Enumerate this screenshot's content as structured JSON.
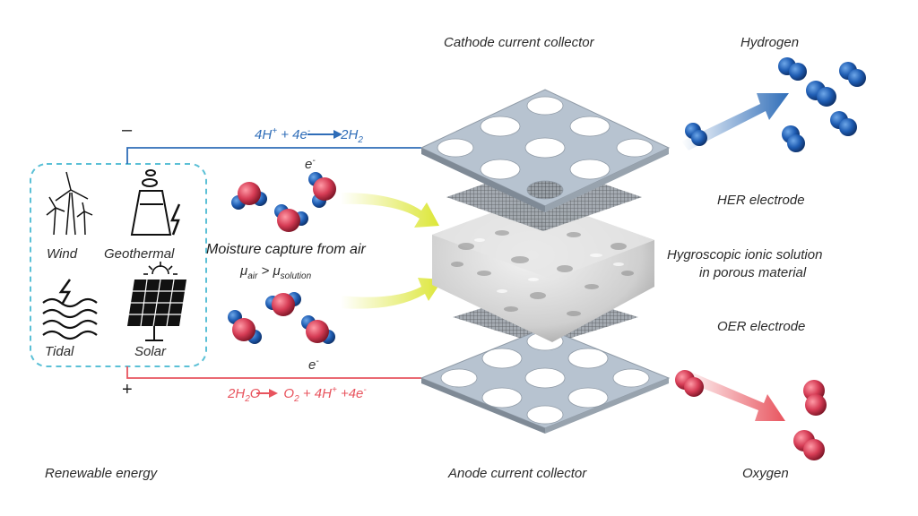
{
  "energy": {
    "title": "Renewable energy",
    "sources": [
      {
        "label": "Wind",
        "icon": "wind-turbine-icon"
      },
      {
        "label": "Geothermal",
        "icon": "geothermal-icon"
      },
      {
        "label": "Tidal",
        "icon": "tidal-icon"
      },
      {
        "label": "Solar",
        "icon": "solar-panel-icon"
      }
    ],
    "minus": "–",
    "plus": "+"
  },
  "cathode": {
    "collector": "Cathode current collector",
    "electrode": "HER  electrode",
    "gas": "Hydrogen",
    "reaction": {
      "p1": "4H",
      "p2": " + 4e",
      "p3": " ",
      "p4": "2H",
      "sub": "2",
      "sup1": "+",
      "sup2": "-"
    },
    "electron": "e"
  },
  "anode": {
    "collector": "Anode current collector",
    "electrode": "OER electrode",
    "gas": "Oxygen",
    "reaction": {
      "a": "2H",
      "sub_a": "2",
      "b": "O",
      "c": "O",
      "sub_c": "2",
      "d": " + 4H",
      "sup_d": "+",
      "e": " +4e",
      "sup_e": "-"
    },
    "electron": "e"
  },
  "moisture": {
    "caption": "Moisture capture from air",
    "mu": "μ",
    "air": "air",
    "gt": " > ",
    "solution": "solution"
  },
  "material": {
    "line1": "Hygroscopic ionic solution",
    "line2": "in porous material"
  },
  "colors": {
    "cathode_blue": "#2f6db8",
    "anode_red": "#e8545e",
    "dash_cyan": "#5bc0d6",
    "plate": "#b7c3d0",
    "arrow_yellow": "#dce636"
  }
}
